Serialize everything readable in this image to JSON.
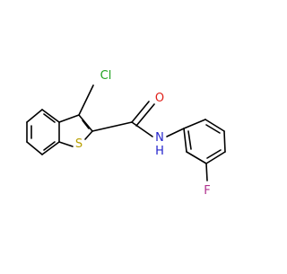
{
  "molecule": {
    "atom_labels": {
      "chlorine": "Cl",
      "oxygen": "O",
      "sulfur": "S",
      "amide_nh": "N",
      "amide_h": "H",
      "fluorine": "F"
    },
    "colors": {
      "bond": "#000000",
      "chlorine": "#1fa21f",
      "oxygen": "#e0201a",
      "sulfur": "#b8a000",
      "nitrogen": "#2424cc",
      "fluorine": "#b0308e"
    }
  }
}
